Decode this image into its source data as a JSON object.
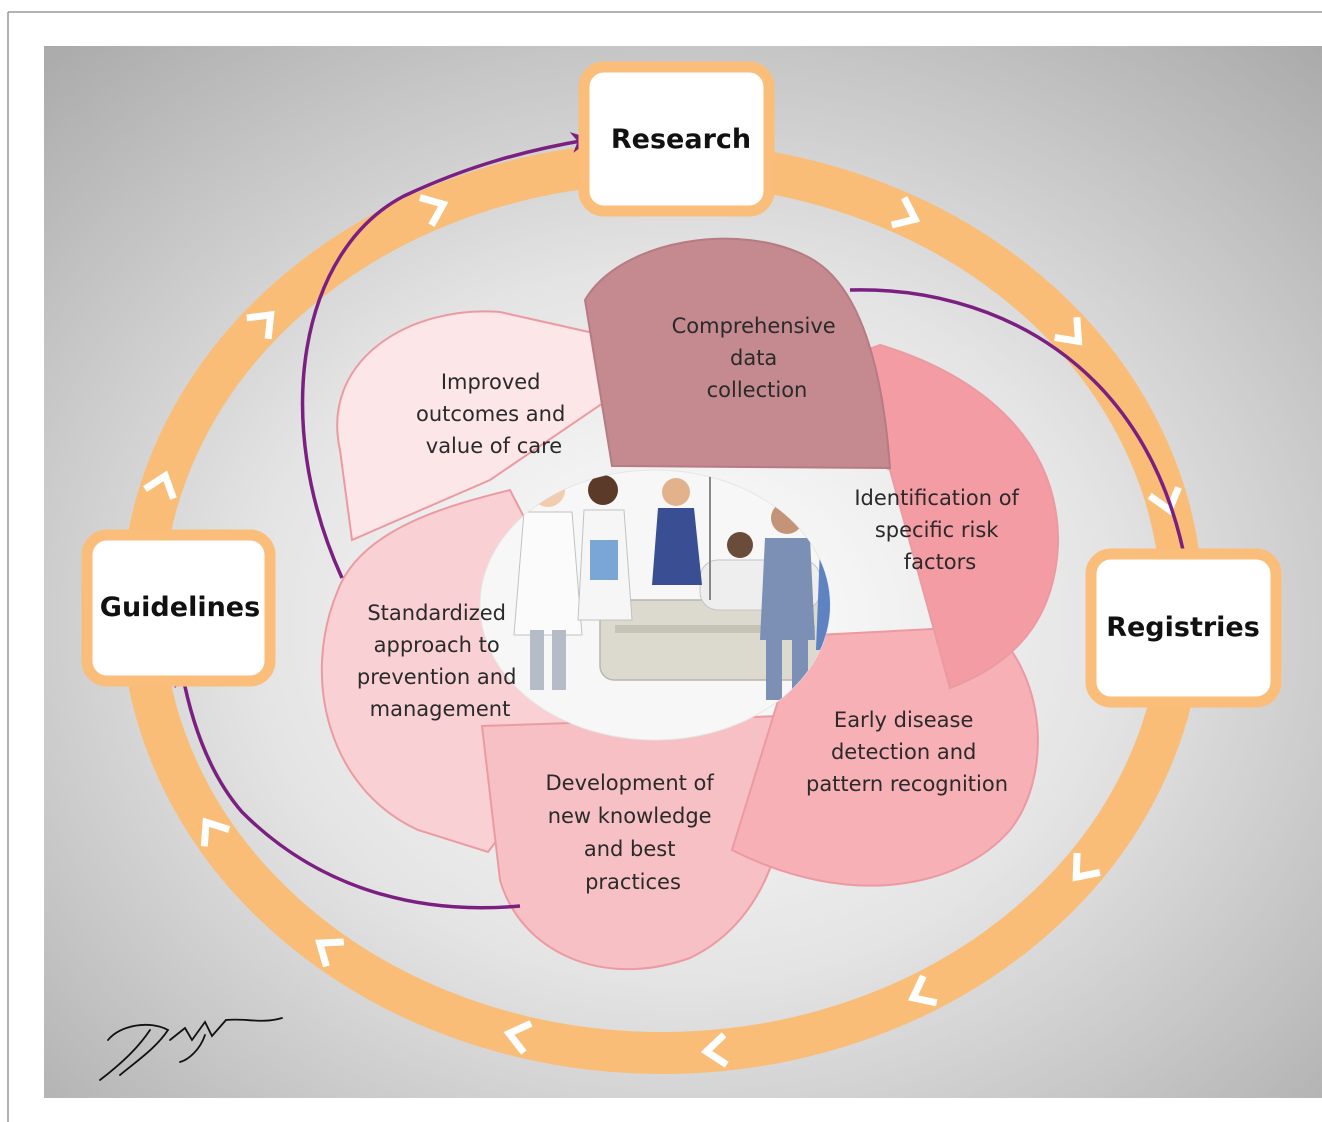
{
  "nodes": {
    "research": "Research",
    "registries": "Registries",
    "guidelines": "Guidelines"
  },
  "petals": {
    "data_collection": [
      "Comprehensive",
      "data",
      "collection"
    ],
    "risk_factors": [
      "Identification of",
      "specific risk",
      "factors"
    ],
    "early_detection": [
      "Early disease",
      "detection and",
      "pattern recognition"
    ],
    "new_knowledge": [
      "Development of",
      "new knowledge",
      "and best",
      "practices"
    ],
    "standardized": [
      "Standardized",
      "approach to",
      "prevention and",
      "management"
    ],
    "outcomes": [
      "Improved",
      "outcomes and",
      "value of care"
    ]
  },
  "colors": {
    "ring": "#f9bd78",
    "node_border": "#fbbd7a",
    "purple_arrow": "#7b1f80",
    "petal_data_collection": "#c48a90",
    "petal_risk_factors": "#f49ca4",
    "petal_early_detection": "#f6b0b6",
    "petal_new_knowledge": "#f7c0c4",
    "petal_standardized": "#f9d0d3",
    "petal_outcomes": "#fde6e8"
  },
  "illustration": "clinical team at patient bedside",
  "signature": "artist signature"
}
